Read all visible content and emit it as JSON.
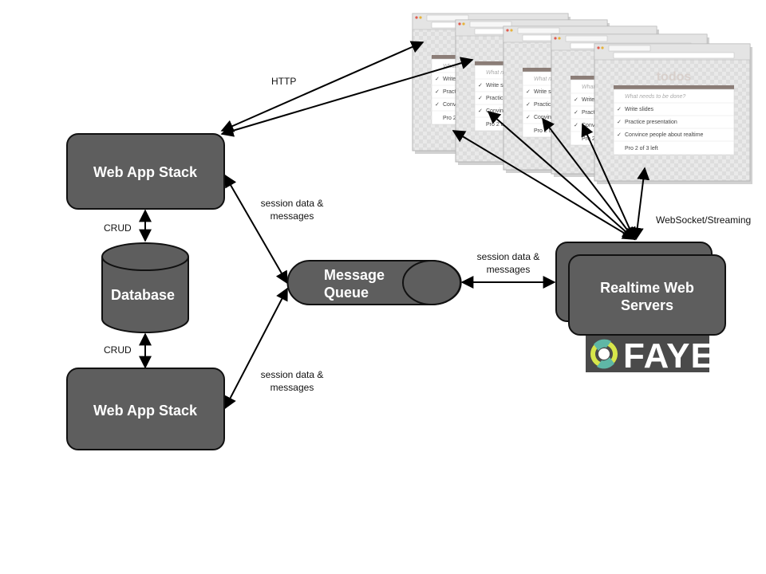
{
  "colors": {
    "node_fill": "#5e5e5e",
    "node_stroke": "#111111",
    "edge": "#000000",
    "faye_bg": "#4a4a4a",
    "faye_ring": "#d7e64a",
    "faye_ring_inner": "#5fb7a6"
  },
  "nodes": {
    "web_app_top": "Web App Stack",
    "web_app_bottom": "Web App Stack",
    "database": "Database",
    "queue_line1": "Message",
    "queue_line2": "Queue",
    "realtime_line1": "Realtime Web",
    "realtime_line2": "Servers"
  },
  "edges": {
    "http": "HTTP",
    "crud_top": "CRUD",
    "crud_bottom": "CRUD",
    "session_top_line1": "session data &",
    "session_top_line2": "messages",
    "session_bottom_line1": "session data &",
    "session_bottom_line2": "messages",
    "session_right_line1": "session data &",
    "session_right_line2": "messages",
    "websocket": "WebSocket/Streaming"
  },
  "logo": {
    "text": "FAYE"
  },
  "browser_window": {
    "app_title": "todos",
    "input_placeholder": "What needs to be done?",
    "items": [
      "Write slides",
      "Practice presentation",
      "Convince people about realtime"
    ],
    "footer": "Pro 2 of 3 left",
    "icon": "browser-window-icon"
  }
}
